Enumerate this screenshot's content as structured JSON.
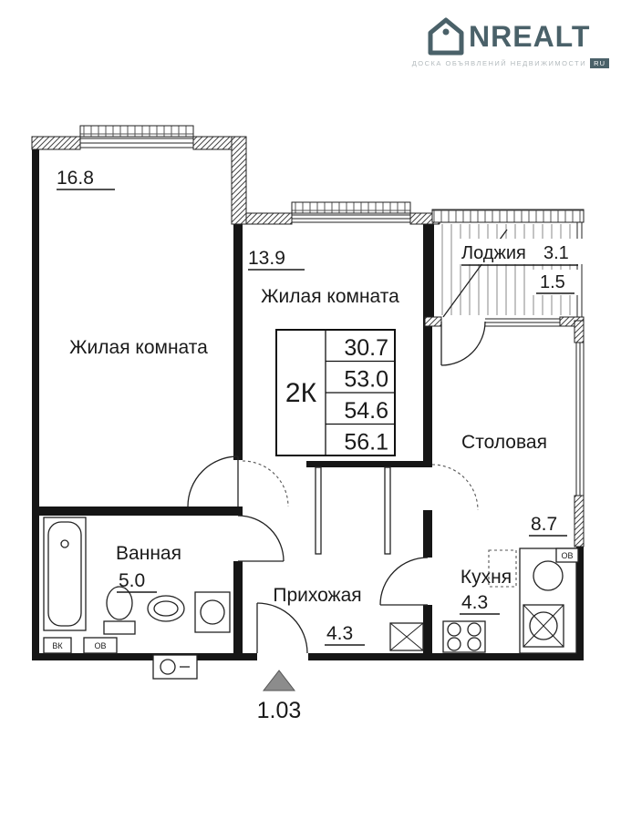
{
  "header": {
    "brand_text": "NREALT",
    "tagline": "доска объявлений недвижимости",
    "badge": "RU"
  },
  "plan": {
    "living_room_1": {
      "name": "Жилая комната",
      "area": "16.8"
    },
    "living_room_2": {
      "name": "Жилая комната",
      "area": "13.9"
    },
    "loggia": {
      "name": "Лоджия",
      "area": "3.1",
      "area_reduced": "1.5"
    },
    "dining": {
      "name": "Столовая",
      "area": "8.7"
    },
    "bathroom": {
      "name": "Ванная",
      "area": "5.0"
    },
    "hallway": {
      "name": "Прихожая",
      "area": "4.3"
    },
    "kitchen": {
      "name": "Кухня",
      "area": "4.3"
    },
    "summary": {
      "apartment_type": "2К",
      "areas": [
        "30.7",
        "53.0",
        "54.6",
        "56.1"
      ]
    },
    "entrance_label": "1.03",
    "utilities": {
      "box1": "ВК",
      "box2": "ОВ",
      "kitchen_marker": "ОВ"
    }
  },
  "colors": {
    "brand": "#4a6169",
    "line": "#1a1a1a"
  }
}
